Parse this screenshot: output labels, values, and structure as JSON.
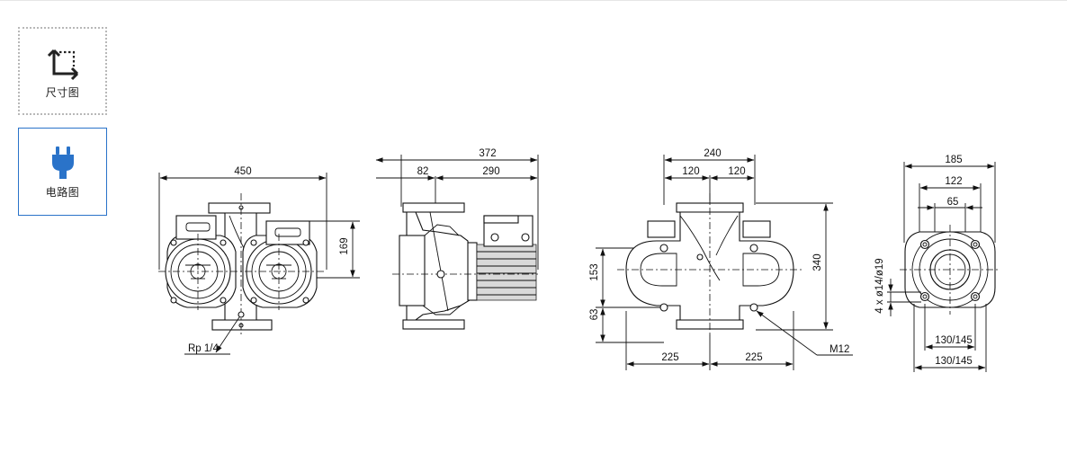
{
  "tabs": [
    {
      "label": "尺寸图",
      "icon": "dimension-icon"
    },
    {
      "label": "电路图",
      "icon": "plug-icon"
    }
  ],
  "colors": {
    "accent": "#2a73c9",
    "line": "#111111"
  },
  "drawing": {
    "front": {
      "width": "450",
      "height": "169",
      "thread": "Rp 1/4"
    },
    "side": {
      "total": "372",
      "left": "82",
      "right": "290"
    },
    "top": {
      "total": "240",
      "half_left": "120",
      "half_right": "120",
      "height": "340",
      "upper": "153",
      "lower": "63",
      "bottom_left": "225",
      "bottom_right": "225",
      "bolt": "M12"
    },
    "flange": {
      "outer": "185",
      "pcd": "122",
      "bore": "65",
      "holes": "4 x ø14/ø19",
      "slot_upper": "130/145",
      "slot_lower": "130/145"
    }
  }
}
